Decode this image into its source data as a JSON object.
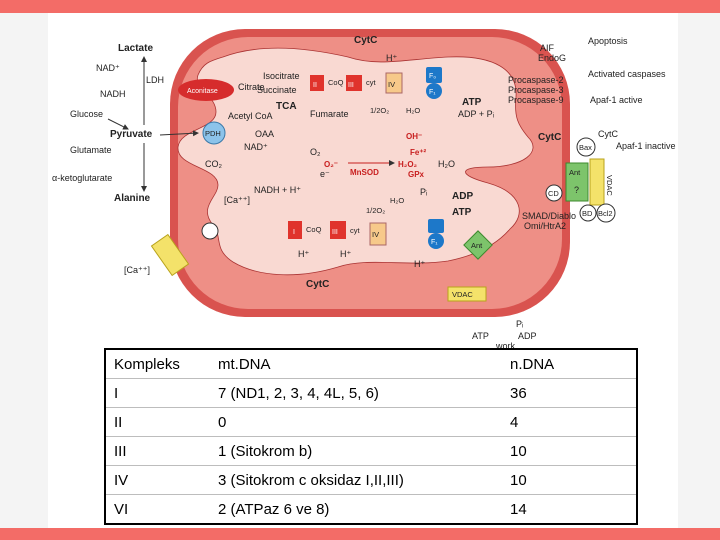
{
  "diagram": {
    "cytc_top": "CytC",
    "cytc_bottom": "CytC",
    "cytc_right": "CytC",
    "cytc_far": "CytC",
    "h_plus": "H⁺",
    "lactate": "Lactate",
    "ldh": "LDH",
    "nad_plus": "NAD⁺",
    "nadh": "NADH",
    "glucose": "Glucose",
    "pyruvate": "Pyruvate",
    "glutamate": "Glutamate",
    "alpha_kg": "α-ketoglutarate",
    "alanine": "Alanine",
    "aconitase": "Aconitase",
    "isocitrate": "Isocitrate",
    "citrate": "Citrate",
    "succinate": "Succinate",
    "tca": "TCA",
    "fumarate": "Fumarate",
    "acetyl_coa": "Acetyl CoA",
    "oaa": "OAA",
    "pdh": "PDH",
    "co2": "CO₂",
    "nad_plus_m": "NAD⁺",
    "nadh_hplus": "NADH + H⁺",
    "ca_in": "[Ca⁺⁺]",
    "ca_out": "[Ca⁺⁺]",
    "complex_i": "I",
    "complex_ii": "II",
    "complex_iii": "III",
    "complex_iv": "IV",
    "coq": "CoQ",
    "cyt": "cyt",
    "half_o2": "1/2O₂",
    "h2o": "H₂O",
    "f0": "F₀",
    "f1": "F₁",
    "atp": "ATP",
    "adp_pi": "ADP + Pᵢ",
    "adp": "ADP",
    "pi": "Pᵢ",
    "oh": "OH⁻",
    "fe": "Fe⁺²",
    "o2": "O₂",
    "o2_radical": "O₂⁻",
    "e_minus": "e⁻",
    "mnsod": "MnSOD",
    "h2o2": "H₂O₂",
    "gpx": "GPx",
    "aif": "AIF",
    "endog": "EndoG",
    "apoptosis": "Apoptosis",
    "procaspase2": "Procaspase-2",
    "procaspase3": "Procaspase-3",
    "procaspase9": "Procaspase-9",
    "activated_caspases": "Activated caspases",
    "apaf1_active": "Apaf-1 active",
    "apaf1_inactive": "Apaf-1 inactive",
    "bax": "Bax",
    "ant": "Ant",
    "vdac": "VDAC",
    "question": "?",
    "cd": "CD",
    "bd": "BD",
    "bcl2": "Bcl2",
    "smad": "SMAD/Diablo",
    "omi": "Omi/HtrA2",
    "work": "work"
  },
  "table": {
    "header": [
      "Kompleks",
      "mt.DNA",
      "n.DNA"
    ],
    "rows": [
      [
        "I",
        "7 (ND1, 2, 3, 4, 4L, 5, 6)",
        "36"
      ],
      [
        "II",
        "0",
        "4"
      ],
      [
        "III",
        "1 (Sitokrom b)",
        "10"
      ],
      [
        "IV",
        "3 (Sitokrom c oksidaz I,II,III)",
        "10"
      ],
      [
        "VI",
        "2 (ATPaz 6 ve 8)",
        "14"
      ]
    ]
  },
  "colors": {
    "accent_stripe": "#f36c67",
    "outer_membrane": "#d9534f",
    "inter_membrane": "#ee8f86",
    "matrix": "#f9d9d2",
    "complex": "#e0332c",
    "complex_iv": "#f7c98a",
    "atp_synthase": "#1d78c9",
    "ant": "#7dc46b",
    "vdac": "#f4e26a"
  }
}
